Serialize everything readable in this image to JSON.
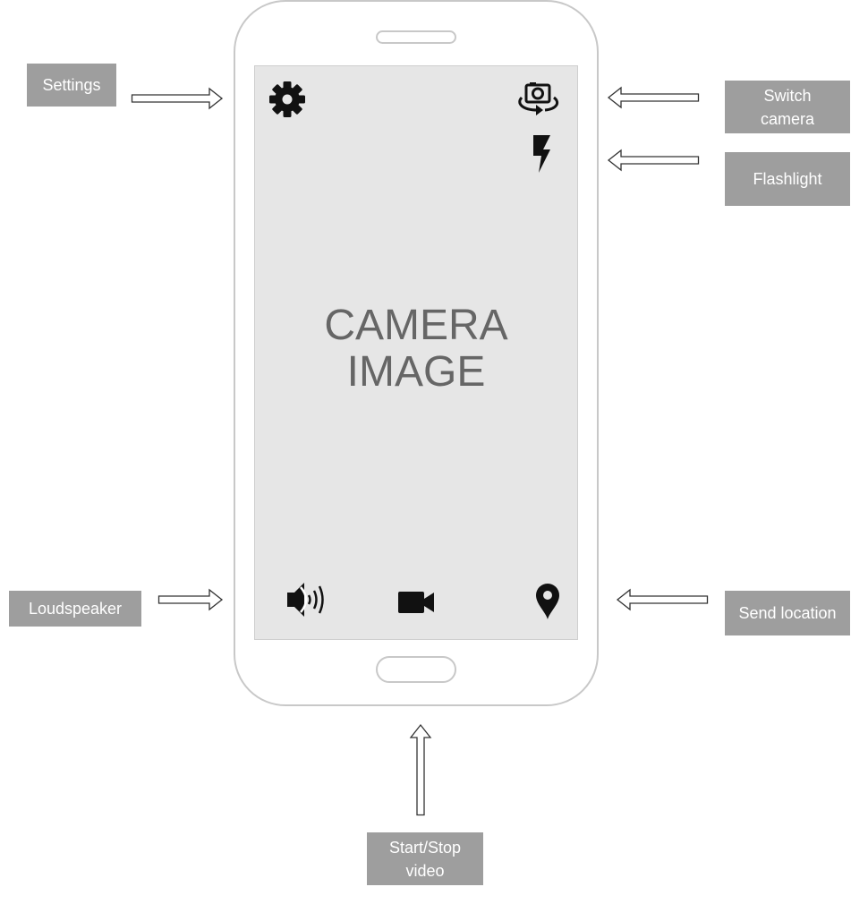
{
  "screen": {
    "center_line1": "CAMERA",
    "center_line2": "IMAGE"
  },
  "labels": {
    "settings": "Settings",
    "switch_camera_line1": "Switch",
    "switch_camera_line2": "camera",
    "flashlight": "Flashlight",
    "loudspeaker": "Loudspeaker",
    "send_location": "Send location",
    "start_stop_line1": "Start/Stop",
    "start_stop_line2": "video"
  },
  "icons": {
    "settings": "gear-icon",
    "switch_camera": "switch-camera-icon",
    "flashlight": "lightning-bolt-icon",
    "loudspeaker": "speaker-icon",
    "video": "video-camera-icon",
    "location": "map-pin-icon"
  },
  "colors": {
    "label_background": "#9e9e9e",
    "label_text": "#ffffff",
    "screen_background": "#e6e6e6",
    "phone_outline": "#c8c8c8",
    "center_text": "#666666",
    "icon": "#111111"
  }
}
